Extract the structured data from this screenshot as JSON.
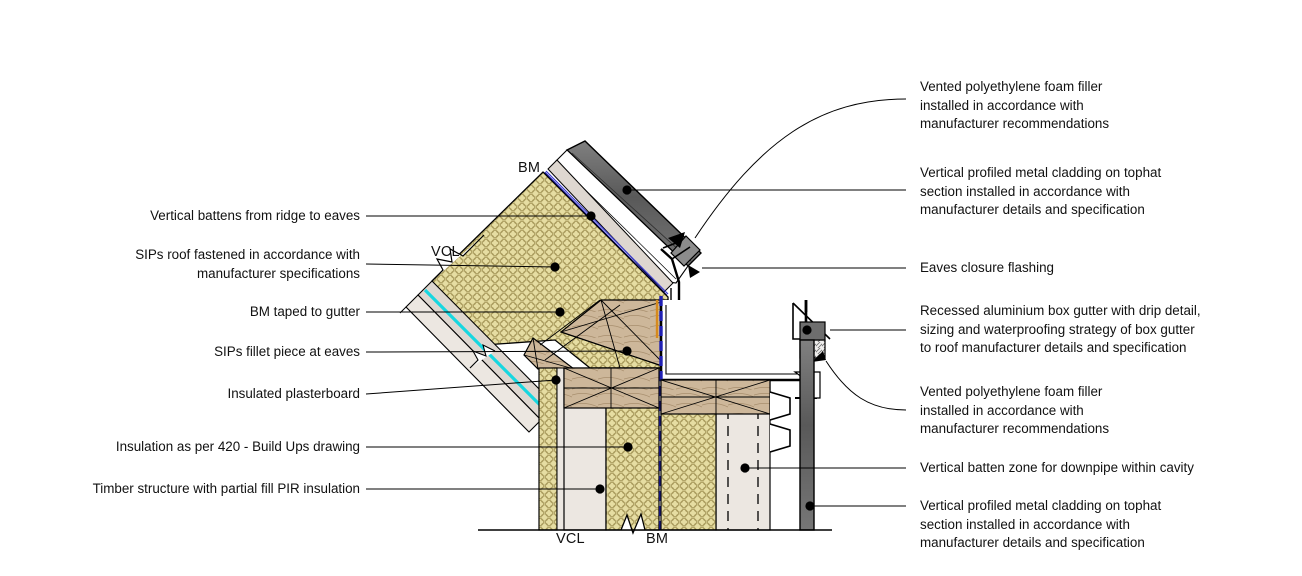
{
  "drawing": {
    "title": "Eaves / box gutter construction detail",
    "type": "architectural-section-detail",
    "colors": {
      "insulation_fill": "#e6dda2",
      "insulation_hatch": "#b4a96a",
      "timber_fill": "#cdb79a",
      "timber_hatch": "#4a3a28",
      "plasterboard_fill": "#ece7e1",
      "batten_fill": "#ded7d0",
      "metal_cladding_dark": "#6e6e6e",
      "metal_cladding_light": "#9a9a9a",
      "bm_membrane": "#1f1fb4",
      "vcl_membrane": "#16d7e0",
      "flashing_grey": "#8c8c8c",
      "outline": "#000000",
      "white_void": "#ffffff",
      "accent_orange": "#d68a1e"
    }
  },
  "labels_left": [
    {
      "id": "vertical-battens",
      "text": "Vertical battens from ridge to eaves"
    },
    {
      "id": "sips-roof-fastened",
      "text": "SIPs roof fastened in accordance with\nmanufacturer specifications"
    },
    {
      "id": "bm-taped-to-gutter",
      "text": "BM taped to gutter"
    },
    {
      "id": "sips-fillet-piece",
      "text": "SIPs fillet piece at eaves"
    },
    {
      "id": "insulated-plasterboard",
      "text": "Insulated plasterboard"
    },
    {
      "id": "insulation-build-ups",
      "text": "Insulation as per 420 - Build Ups drawing"
    },
    {
      "id": "timber-structure-pir",
      "text": "Timber structure with partial fill PIR insulation"
    }
  ],
  "labels_right": [
    {
      "id": "vented-foam-filler-top",
      "text": "Vented polyethylene foam filler\ninstalled in accordance with\nmanufacturer recommendations"
    },
    {
      "id": "metal-cladding-tophat-top",
      "text": "Vertical profiled metal cladding on tophat\nsection installed in accordance with\nmanufacturer details and specification"
    },
    {
      "id": "eaves-closure-flashing",
      "text": "Eaves closure flashing"
    },
    {
      "id": "recessed-box-gutter",
      "text": "Recessed aluminium box gutter with drip detail,\nsizing and waterproofing strategy of box gutter\nto roof manufacturer details and specification"
    },
    {
      "id": "vented-foam-filler-gutter",
      "text": "Vented polyethylene foam filler\ninstalled in accordance with\nmanufacturer recommendations"
    },
    {
      "id": "batten-zone-downpipe",
      "text": "Vertical batten zone for downpipe within cavity"
    },
    {
      "id": "metal-cladding-tophat-bottom",
      "text": "Vertical profiled metal cladding on tophat\nsection installed in accordance with\nmanufacturer details and specification"
    }
  ],
  "annotations_in_drawing": [
    {
      "id": "bm-roof",
      "text": "BM"
    },
    {
      "id": "vcl-roof",
      "text": "VCL"
    },
    {
      "id": "vcl-base",
      "text": "VCL"
    },
    {
      "id": "bm-base",
      "text": "BM"
    }
  ]
}
